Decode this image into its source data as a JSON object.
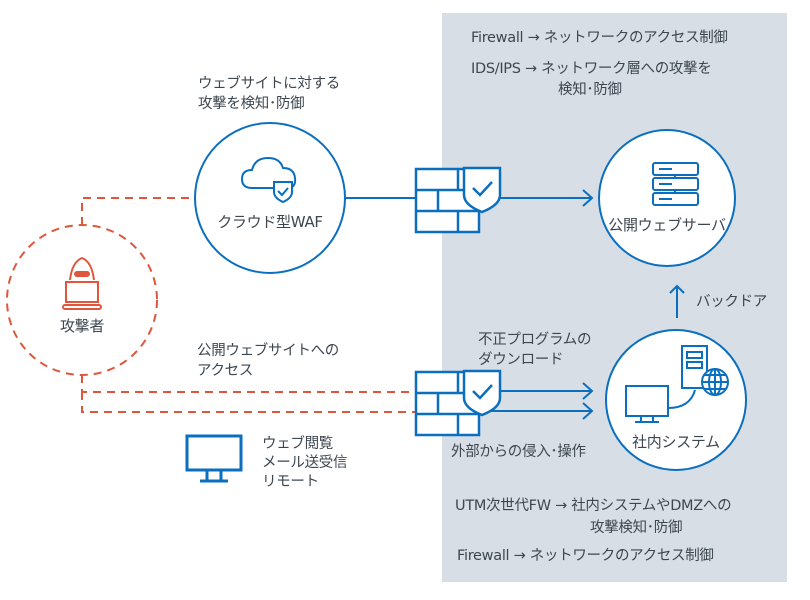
{
  "colors": {
    "blue": "#0b6fbf",
    "red": "#e0563c",
    "panel": "#d8dee5",
    "text": "#3d4750"
  },
  "panel_notes": {
    "top_firewall": "Firewall → ネットワークのアクセス制御",
    "top_ids_line1": "IDS/IPS → ネットワーク層への攻撃を",
    "top_ids_line2": "検知･防御",
    "bottom_utm_line1": "UTM次世代FW → 社内システムやDMZへの",
    "bottom_utm_line2": "攻撃検知･防御",
    "bottom_firewall": "Firewall → ネットワークのアクセス制御"
  },
  "nodes": {
    "waf": {
      "label": "クラウド型WAF",
      "icon": "cloud-shield-icon"
    },
    "server": {
      "label": "公開ウェブサーバ",
      "icon": "server-rack-icon"
    },
    "internal": {
      "label": "社内システム",
      "icon": "computer-server-globe-icon"
    },
    "attacker": {
      "label": "攻撃者",
      "icon": "hooded-hacker-icon"
    }
  },
  "annotations": {
    "waf_desc_line1": "ウェブサイトに対する",
    "waf_desc_line2": "攻撃を検知･防御",
    "public_access_line1": "公開ウェブサイトへの",
    "public_access_line2": "アクセス",
    "malware_line1": "不正プログラムの",
    "malware_line2": "ダウンロード",
    "intrusion": "外部からの侵入･操作",
    "backdoor": "バックドア",
    "user_line1": "ウェブ閲覧",
    "user_line2": "メール送受信",
    "user_line3": "リモート"
  }
}
